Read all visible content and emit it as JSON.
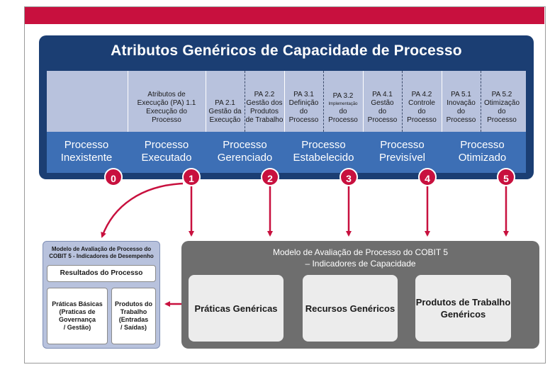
{
  "title": "Atributos Genéricos de Capacidade de Processo",
  "attributes": [
    {
      "label": "Atributos de\nExecução (PA) 1.1\nExecução do\nProcesso",
      "small": false
    },
    {
      "label": "PA 2.1\nGestão da\nExecução",
      "small": false
    },
    {
      "label": "PA 2.2\nGestão dos\nProdutos\nde Trabalho",
      "small": false
    },
    {
      "label": "PA 3.1\nDefinição\ndo\nProcesso",
      "small": false
    },
    {
      "label": "PA 3.2\nImplementação\ndo\nProcesso",
      "small": false
    },
    {
      "label": "PA 4.1\nGestão\ndo\nProcesso",
      "small": false
    },
    {
      "label": "PA 4.2\nControle\ndo\nProcesso",
      "small": false
    },
    {
      "label": "PA 5.1\nInovação\ndo\nProcesso",
      "small": false
    },
    {
      "label": "PA 5.2\nOtimização\ndo\nProcesso",
      "small": false
    }
  ],
  "levels": [
    {
      "label": "Processo\nInexistente",
      "number": "0"
    },
    {
      "label": "Processo\nExecutado",
      "number": "1"
    },
    {
      "label": "Processo\nGerenciado",
      "number": "2"
    },
    {
      "label": "Processo\nEstabelecido",
      "number": "3"
    },
    {
      "label": "Processo\nPrevisível",
      "number": "4"
    },
    {
      "label": "Processo\nOtimizado",
      "number": "5"
    }
  ],
  "performance_model": {
    "title": "Modelo de Avaliação de Processo do\nCOBIT 5 - Indicadores de Desempenho",
    "results": "Resultados do Processo",
    "base_practices": "Práticas Básicas\n(Praticas de\nGovernança\n/ Gestão)",
    "work_products": "Produtos do\nTrabalho\n(Entradas\n/ Saídas)"
  },
  "capability_model": {
    "title": "Modelo de Avaliação de Processo do COBIT 5\n– Indicadores de Capacidade",
    "cards": [
      "Práticas Genéricas",
      "Recursos Genéricos",
      "Produtos de Trabalho\nGenéricos"
    ]
  },
  "colors": {
    "accent_red": "#c8103e",
    "panel_blue": "#1b3e73",
    "row_blue": "#3d6fb5",
    "attr_bg": "#b8c2dd",
    "cap_gray": "#6e6e6e"
  }
}
